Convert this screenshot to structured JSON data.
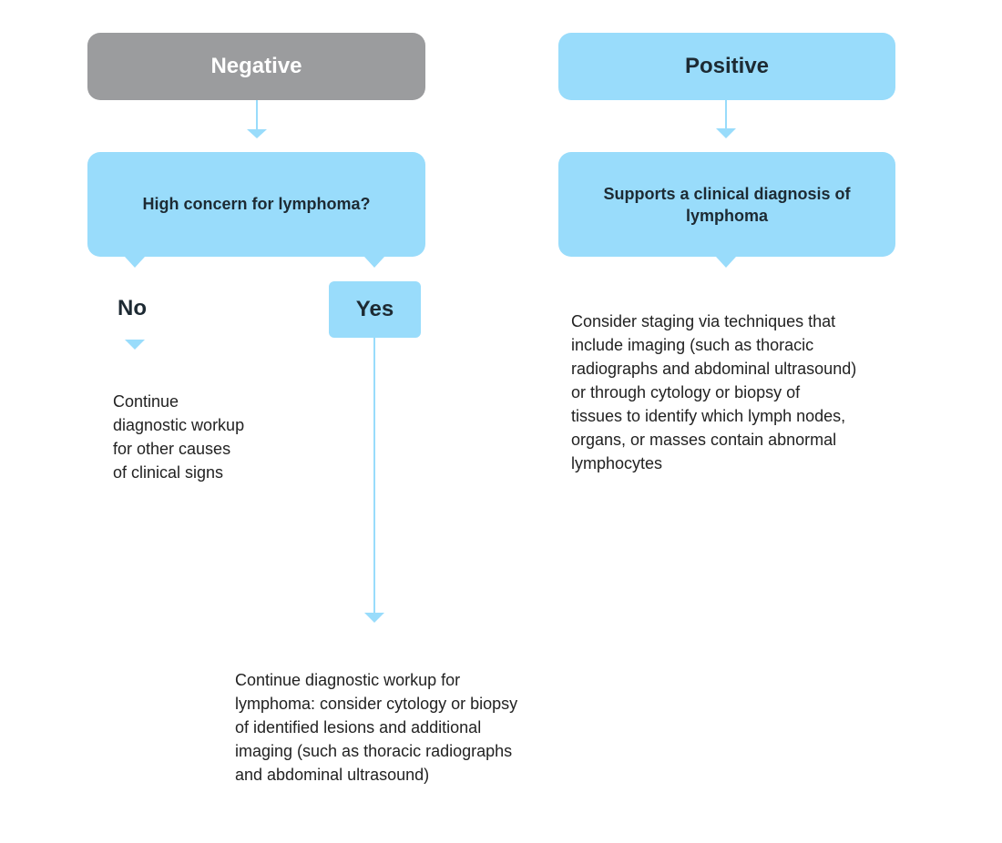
{
  "colors": {
    "negative_fill": "#9b9c9e",
    "positive_fill": "#99dcfb",
    "connector": "#99dcfb"
  },
  "negative": {
    "title": "Negative",
    "question": "High concern for lymphoma?",
    "no_label": "No",
    "yes_label": "Yes",
    "no_text": "Continue\ndiagnostic workup\nfor other causes\nof clinical signs",
    "yes_text": "Continue diagnostic workup for\nlymphoma: consider cytology or biopsy\nof identified lesions and additional\nimaging (such as thoracic radiographs\nand abdominal ultrasound)"
  },
  "positive": {
    "title": "Positive",
    "result": "Supports a clinical diagnosis of lymphoma",
    "text": "Consider staging via techniques that\ninclude imaging (such as thoracic\nradiographs and abdominal ultrasound)\nor through cytology or biopsy of\ntissues to identify which lymph nodes,\norgans, or masses contain abnormal\nlymphocytes"
  }
}
